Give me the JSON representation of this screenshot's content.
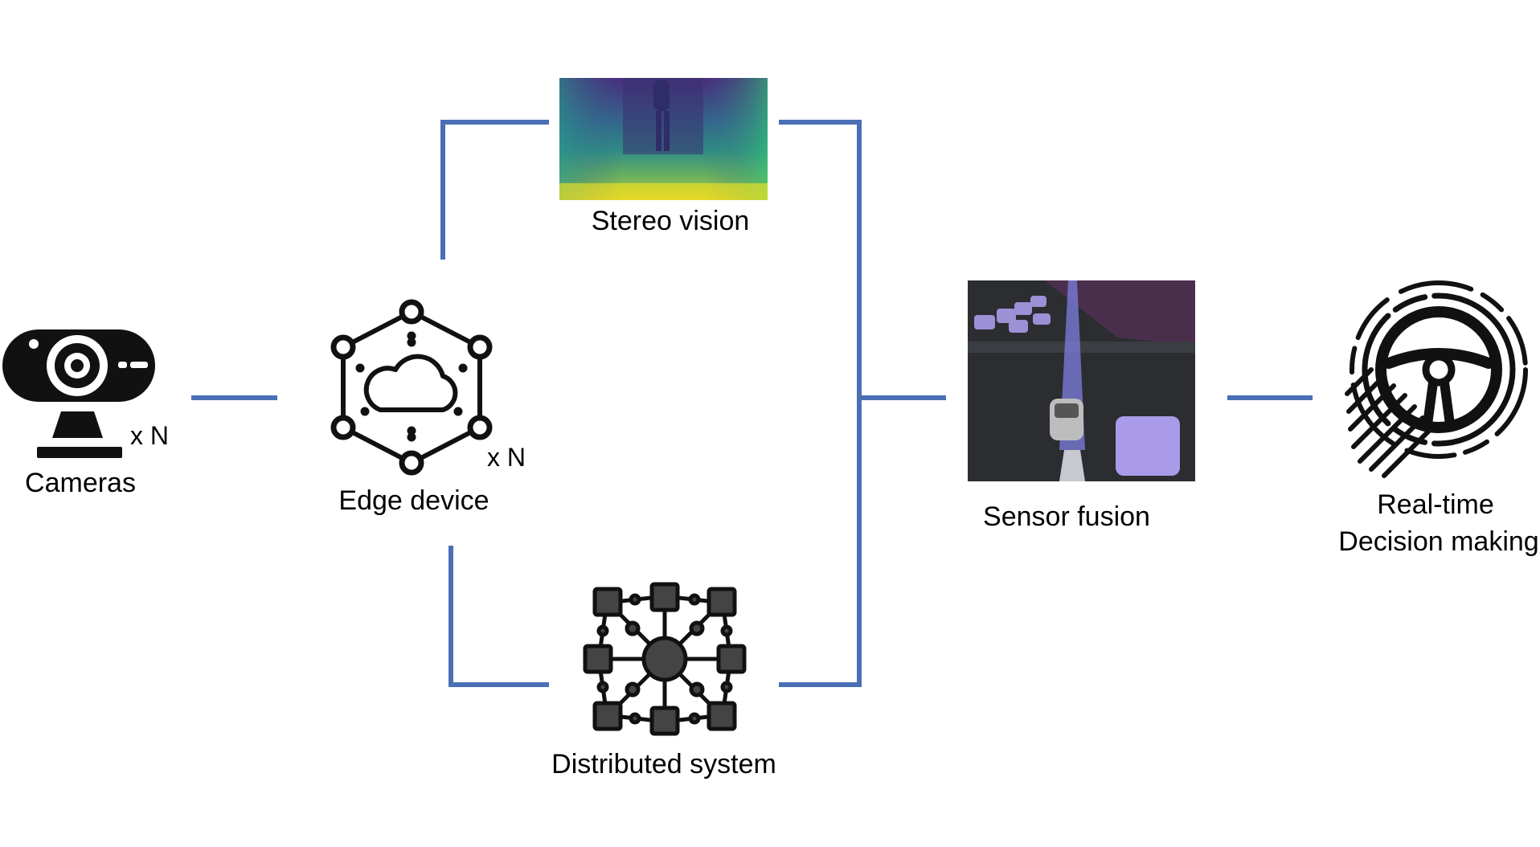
{
  "nodes": {
    "cameras": {
      "label": "Cameras",
      "multiplier": "x N",
      "icon": "webcam-icon"
    },
    "edge_device": {
      "label": "Edge device",
      "multiplier": "x N",
      "icon": "cloud-hexagon-network-icon"
    },
    "stereo_vision": {
      "label": "Stereo vision",
      "image": "depth-map-image"
    },
    "distributed_system": {
      "label": "Distributed system",
      "icon": "distributed-network-icon"
    },
    "sensor_fusion": {
      "label": "Sensor fusion",
      "image": "autonomous-driving-simulation-image"
    },
    "decision_making": {
      "label_line1": "Real-time",
      "label_line2": "Decision making",
      "icon": "steering-wheel-icon"
    }
  },
  "colors": {
    "connector": "#4a6fb5",
    "icon": "#111111"
  }
}
